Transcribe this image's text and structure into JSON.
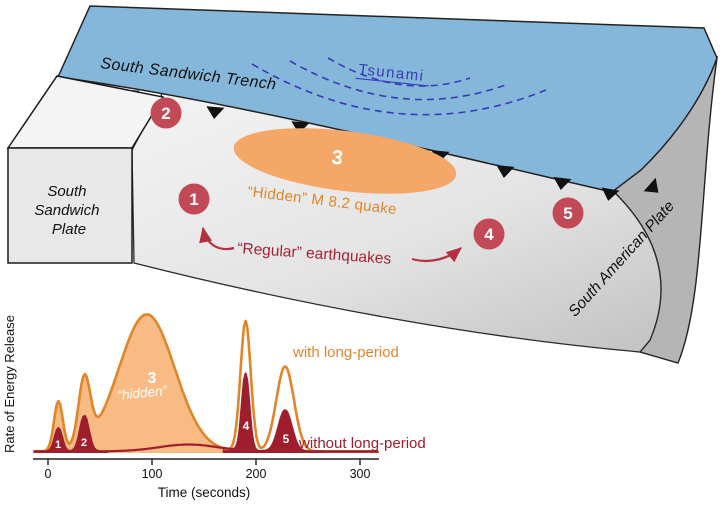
{
  "diagram": {
    "trench_label": "South Sandwich Trench",
    "tsunami_label": "Tsunami",
    "block_plate": {
      "line1": "South",
      "line2": "Sandwich",
      "line3": "Plate"
    },
    "right_plate_label": "South American Plate",
    "hidden_quake_label": "“Hidden” M 8.2 quake",
    "regular_quakes_label": "“Regular” earthquakes",
    "markers": [
      "1",
      "2",
      "3",
      "4",
      "5"
    ],
    "colors": {
      "ocean": "#84b7da",
      "slab_light": "#efefef",
      "slab_dark": "#c7c7c7",
      "plate_marker": "#c24a57",
      "hidden_orange_fill": "#f4a766",
      "hidden_orange_text": "#dd8627",
      "regular_red_text": "#a52433",
      "tsunami_blue": "#3a3ab8"
    }
  },
  "chart_data": {
    "type": "line",
    "xlabel": "Time (seconds)",
    "ylabel": "Rate of Energy Release",
    "x_ticks": [
      "0",
      "100",
      "200",
      "300"
    ],
    "xlim": [
      -14,
      318
    ],
    "ylim": [
      0,
      1.05
    ],
    "legend_position": "right-of-curves",
    "grid": false,
    "series": [
      {
        "name": "with long-period",
        "color": "#e0862a",
        "fill_color": "#f8bb84",
        "baseline": 0.012,
        "fill_range": [
          -14,
          171
        ],
        "gaussians": [
          {
            "t": 10,
            "w": 6,
            "a": 0.36
          },
          {
            "t": 35,
            "w": 8,
            "a": 0.48
          },
          {
            "t": 95,
            "w": 38,
            "a": 1.0
          },
          {
            "t": 190,
            "w": 7,
            "a": 0.95
          },
          {
            "t": 228,
            "w": 12,
            "a": 0.62
          }
        ]
      },
      {
        "name": "without long-period",
        "color": "#9e1e2d",
        "fill_color": "#9e1e2d",
        "baseline": 0.012,
        "fill_ranges": [
          [
            -14,
            58
          ],
          [
            168,
            318
          ]
        ],
        "gaussians": [
          {
            "t": 10,
            "w": 5,
            "a": 0.17
          },
          {
            "t": 35,
            "w": 6,
            "a": 0.26
          },
          {
            "t": 135,
            "w": 40,
            "a": 0.05
          },
          {
            "t": 190,
            "w": 5,
            "a": 0.56
          },
          {
            "t": 228,
            "w": 9,
            "a": 0.3
          }
        ]
      }
    ],
    "event_labels": [
      {
        "label": "1",
        "t": 10
      },
      {
        "label": "2",
        "t": 35
      },
      {
        "label": "3",
        "t": 100
      },
      {
        "label": "4",
        "t": 190
      },
      {
        "label": "5",
        "t": 228
      }
    ],
    "hidden_label": "“hidden”"
  }
}
